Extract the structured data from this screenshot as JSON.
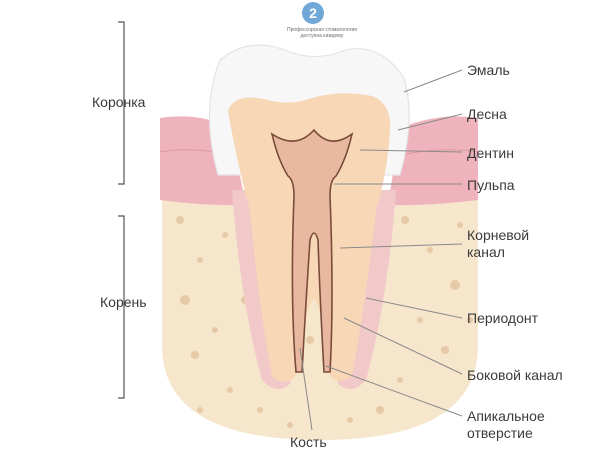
{
  "logo": {
    "mark": "2",
    "caption_line1": "Профессорская стоматология",
    "caption_line2": "доступна каждому"
  },
  "groups": {
    "crown": "Коронка",
    "root": "Корень"
  },
  "labels": {
    "enamel": "Эмаль",
    "gum": "Десна",
    "dentin": "Дентин",
    "pulp": "Пульпа",
    "root_canal_1": "Корневой",
    "root_canal_2": "канал",
    "periodontium": "Периодонт",
    "lateral_canal": "Боковой канал",
    "apical_1": "Апикальное",
    "apical_2": "отверстие",
    "bone": "Кость"
  },
  "colors": {
    "enamel": "#f7f7f7",
    "dentin": "#f7d7b5",
    "pulp": "#e8b8a0",
    "gum": "#eeb3bc",
    "bone": "#f6e6cc",
    "bone_spots": "#e6c9a6",
    "canal_line": "#7a4b3a",
    "leader": "#8a8a8a"
  }
}
